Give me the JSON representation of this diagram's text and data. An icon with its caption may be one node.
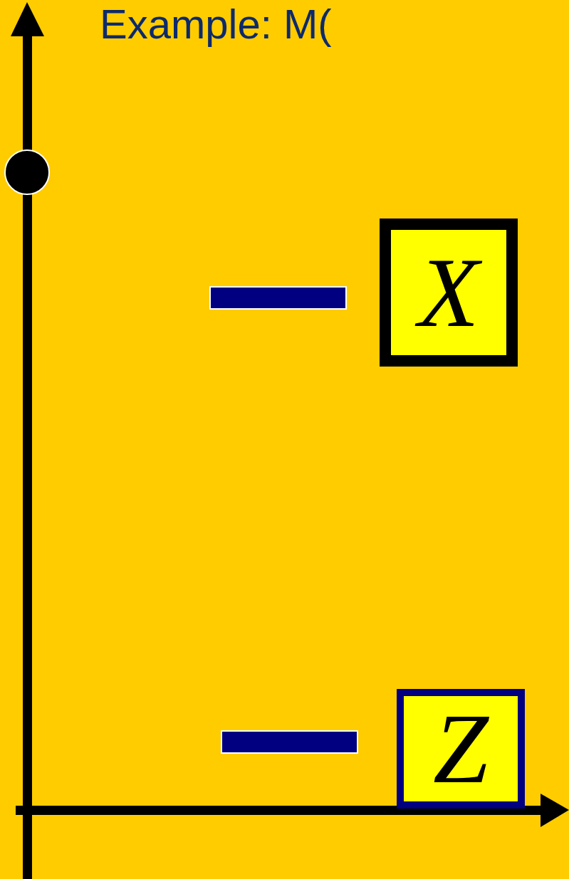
{
  "diagram": {
    "title": "Example: M(",
    "nodes": [
      {
        "text": [],
        "shape": "bar"
      },
      {
        "text": [
          "X"
        ]
      },
      {
        "text": [],
        "shape": "bar"
      },
      {
        "text": [
          "Z"
        ]
      }
    ]
  }
}
